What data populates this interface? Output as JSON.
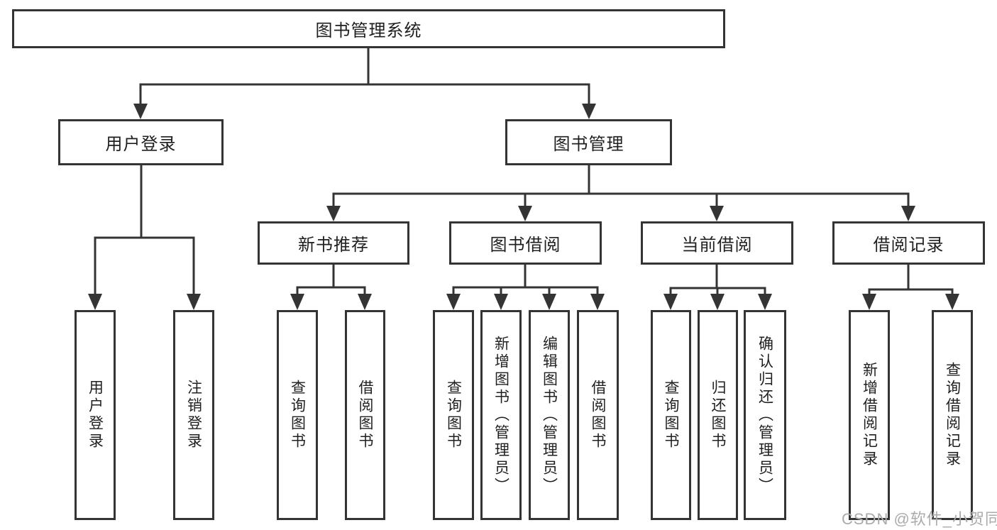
{
  "diagram": {
    "root": {
      "label": "图书管理系统"
    },
    "level2": [
      {
        "label": "用户登录"
      },
      {
        "label": "图书管理"
      }
    ],
    "level3": [
      {
        "label": "新书推荐"
      },
      {
        "label": "图书借阅"
      },
      {
        "label": "当前借阅"
      },
      {
        "label": "借阅记录"
      }
    ],
    "leaves": {
      "login": [
        {
          "label": "用户登录"
        },
        {
          "label": "注销登录"
        }
      ],
      "newbook": [
        {
          "label": "查询图书"
        },
        {
          "label": "借阅图书"
        }
      ],
      "borrow": [
        {
          "label": "查询图书"
        },
        {
          "label": "新增图书（管理员）"
        },
        {
          "label": "编辑图书（管理员）"
        },
        {
          "label": "借阅图书"
        }
      ],
      "current": [
        {
          "label": "查询图书"
        },
        {
          "label": "归还图书"
        },
        {
          "label": "确认归还（管理员）"
        }
      ],
      "records": [
        {
          "label": "新增借阅记录"
        },
        {
          "label": "查询借阅记录"
        }
      ]
    },
    "watermark": "CSDN @软件_小贺同学",
    "colors": {
      "line": "#343434",
      "box_border": "#343434",
      "text": "#1f1f1f",
      "watermark": "#ababab",
      "background": "#ffffff"
    }
  }
}
